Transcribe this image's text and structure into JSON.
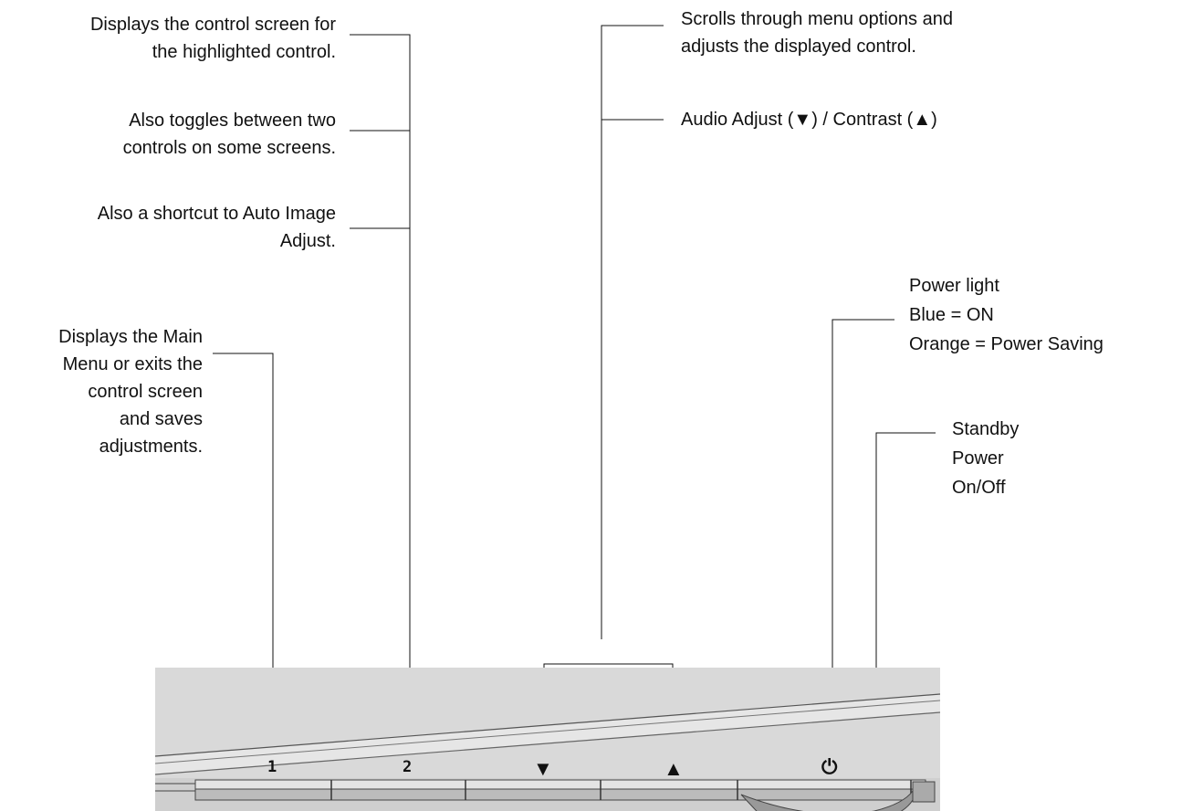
{
  "labels": {
    "display_control": [
      "Displays the control screen for",
      "the highlighted control."
    ],
    "toggle_controls": [
      "Also toggles between two",
      "controls on some screens."
    ],
    "auto_image": [
      "Also a shortcut to Auto Image",
      "Adjust."
    ],
    "main_menu": [
      "Displays the Main",
      "Menu or exits the",
      "control screen",
      "and saves",
      "adjustments."
    ],
    "scroll": [
      "Scrolls through menu options and",
      "adjusts the displayed control."
    ],
    "audio_contrast": "Audio Adjust (▼) / Contrast  (▲)",
    "power_light": [
      "Power light",
      "Blue = ON",
      "Orange = Power Saving"
    ],
    "standby": [
      "Standby",
      "Power",
      "On/Off"
    ]
  },
  "buttons": {
    "button1": "1",
    "button2": "2",
    "down": "▼",
    "up": "▲",
    "power": "⏻"
  }
}
